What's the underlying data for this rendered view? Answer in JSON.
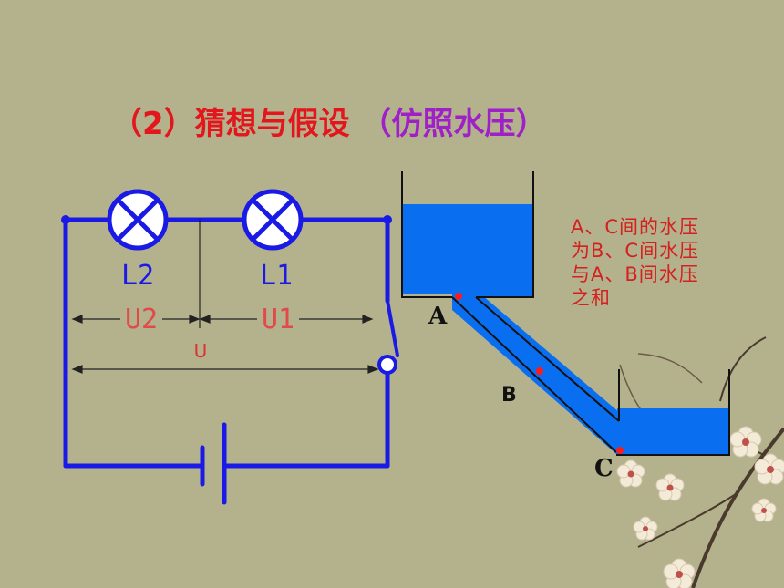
{
  "title": {
    "main": "（2）猜想与假设",
    "paren_open": "（",
    "paren_text": "仿照水压",
    "paren_close": "）"
  },
  "circuit": {
    "lamp_left_label": "L2",
    "lamp_right_label": "L1",
    "voltage_left_label": "U2",
    "voltage_right_label": "U1",
    "voltage_total_label": "U"
  },
  "water": {
    "point_a": "A",
    "point_b": "B",
    "point_c": "C",
    "note_lines": [
      "A、C间的水压",
      "为B、C间水压",
      "与A、B间水压",
      "之和"
    ]
  },
  "colors": {
    "background": "#b4b28c",
    "wire": "#1a1ae6",
    "water": "#0a6ef0",
    "title_red": "#e2161c",
    "title_purple": "#a020c8",
    "note_red": "#d42020"
  }
}
